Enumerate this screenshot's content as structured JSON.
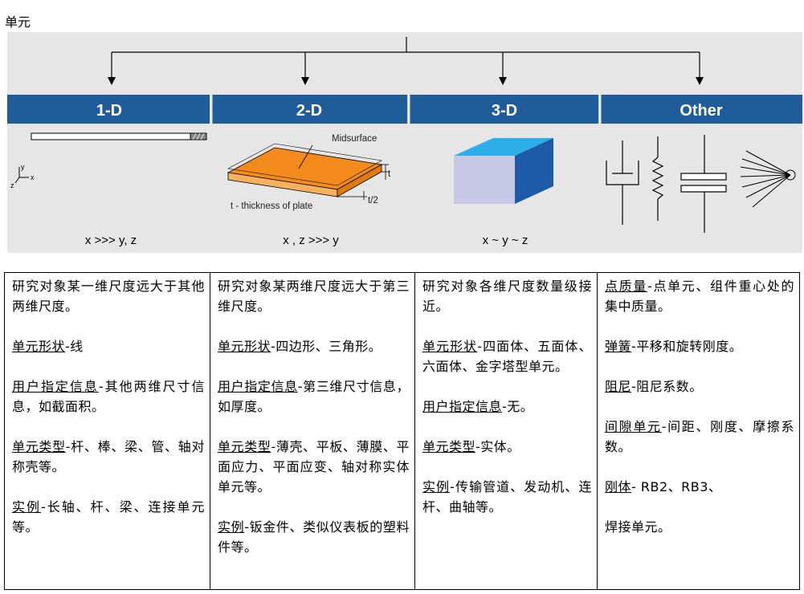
{
  "page": {
    "title": "单元"
  },
  "figure": {
    "categories": [
      "1-D",
      "2-D",
      "3-D",
      "Other"
    ],
    "labels": {
      "midsurface": "Midsurface",
      "thickness_note": "t - thickness of plate",
      "t": "t",
      "t_half": "t/2",
      "axis_y": "y",
      "axis_x": "x",
      "axis_z": "z"
    },
    "ratios": [
      "x >>> y, z",
      "x , z >>> y",
      "x ~ y ~ z"
    ],
    "colors": {
      "header_bg": "#1f5c99",
      "plate_top": "#f28a1c",
      "cube_top": "#2eaee8",
      "cube_front": "#c7c8e6",
      "cube_side": "#1d5aa8"
    }
  },
  "table": {
    "columns": [
      {
        "intro": "研究对象某一维尺度远大于其他两维尺度。",
        "items": [
          {
            "term": "单元形状",
            "text": "-线"
          },
          {
            "term": "用户指定信息",
            "text": "-其他两维尺寸信息，如截面积。"
          },
          {
            "term": "单元类型",
            "text": "-杆、棒、梁、管、轴对称壳等。"
          },
          {
            "term": "实例",
            "text": "-长轴、杆、梁、连接单元等。"
          }
        ]
      },
      {
        "intro": "研究对象某两维尺度远大于第三维尺度。",
        "items": [
          {
            "term": "单元形状",
            "text": "-四边形、三角形。"
          },
          {
            "term": "用户指定信息",
            "text": "-第三维尺寸信息，如厚度。"
          },
          {
            "term": "单元类型",
            "text": "-薄壳、平板、薄膜、平面应力、平面应变、轴对称实体单元等。"
          },
          {
            "term": "实例",
            "text": "-钣金件、类似仪表板的塑料件等。"
          }
        ]
      },
      {
        "intro": "研究对象各维尺度数量级接近。",
        "items": [
          {
            "term": "单元形状",
            "text": "-四面体、五面体、六面体、金字塔型单元。"
          },
          {
            "term": "用户指定信息",
            "text": "-无。"
          },
          {
            "term": "单元类型",
            "text": "-实体。"
          },
          {
            "term": "实例",
            "text": "-传输管道、发动机、连杆、曲轴等。"
          }
        ]
      },
      {
        "intro": "",
        "items": [
          {
            "term": "点质量",
            "text": "-点单元、组件重心处的集中质量。"
          },
          {
            "term": "弹簧",
            "text": "-平移和旋转刚度。"
          },
          {
            "term": "阻尼",
            "text": "-阻尼系数。"
          },
          {
            "term": "间隙单元",
            "text": "-间距、刚度、摩擦系数。"
          },
          {
            "term": "刚体",
            "text": "- RB2、RB3、"
          },
          {
            "term": "",
            "text": "焊接单元。"
          }
        ]
      }
    ]
  }
}
